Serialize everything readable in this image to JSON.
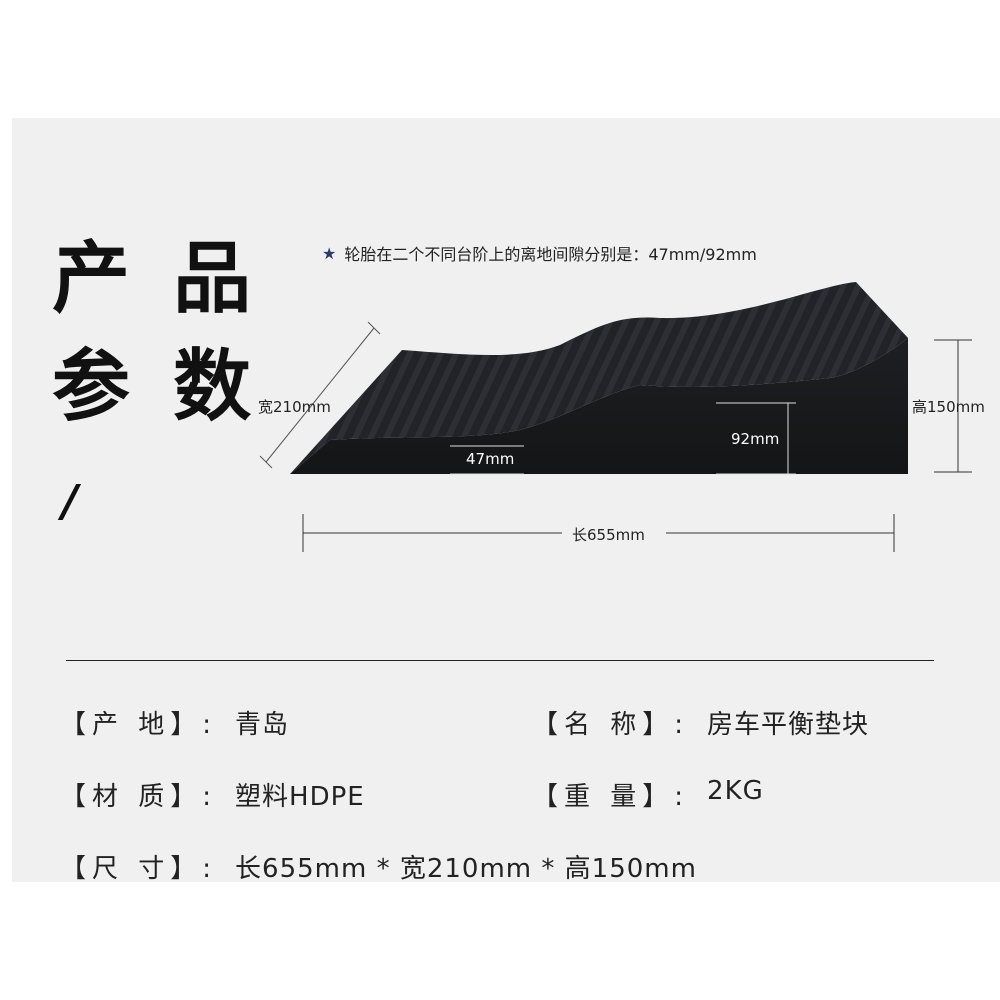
{
  "title": {
    "line1": "产 品",
    "line2": "参 数",
    "slash": "/"
  },
  "note": {
    "icon": "star-icon",
    "text": "轮胎在二个不同台阶上的离地间隙分别是：47mm/92mm"
  },
  "dimensions": {
    "width": "宽210mm",
    "height": "高150mm",
    "length": "长655mm",
    "clearance_low": "47mm",
    "clearance_high": "92mm"
  },
  "specs": {
    "origin": {
      "label": "【产 地】:",
      "value": "青岛"
    },
    "name": {
      "label": "【名 称】:",
      "value": "房车平衡垫块"
    },
    "material": {
      "label": "【材 质】:",
      "value": "塑料HDPE"
    },
    "weight": {
      "label": "【重 量】:",
      "value": "2KG"
    },
    "size": {
      "label": "【尺 寸】:",
      "value": "长655mm * 宽210mm * 高150mm"
    }
  },
  "colors": {
    "panel": "#f0f0f0",
    "ramp": "#1c1d20",
    "star": "#2b3a6b"
  }
}
